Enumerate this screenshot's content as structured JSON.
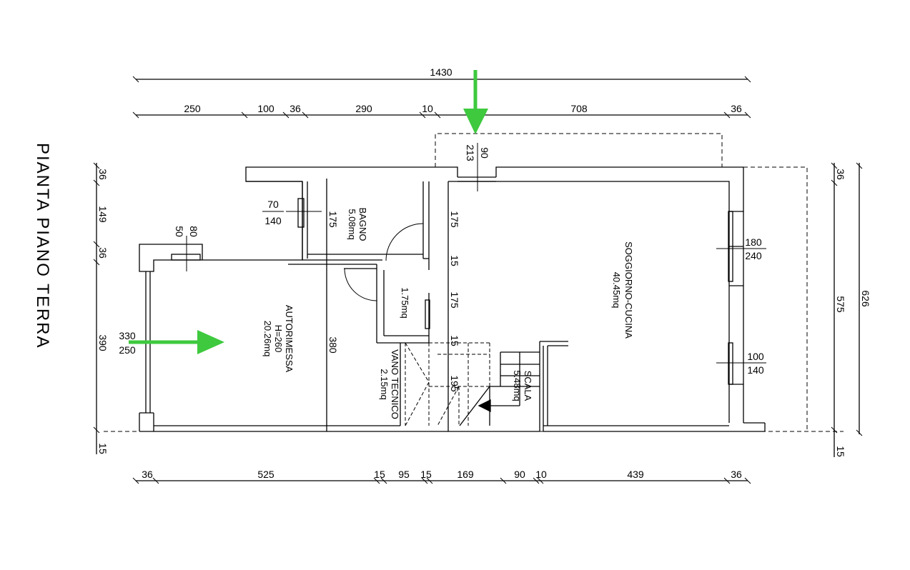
{
  "title": "PIANTA PIANO TERRA",
  "dims": {
    "top_total": "1430",
    "top": [
      "250",
      "100",
      "36",
      "290",
      "10",
      "708",
      "36"
    ],
    "bottom": [
      "36",
      "525",
      "15",
      "95",
      "15",
      "169",
      "90",
      "10",
      "439",
      "36"
    ],
    "left": [
      "36",
      "149",
      "36",
      "390",
      "15"
    ],
    "right": [
      "36",
      "575",
      "15"
    ],
    "overall_height": "626",
    "openings": {
      "entrance_w": "90",
      "entrance_h": "213",
      "bathroom_win_w": "70",
      "bathroom_win_h": "140",
      "garage_win_w": "80",
      "garage_win_h": "50",
      "garage_door_w": "330",
      "garage_door_h": "250",
      "living_win_w": "180",
      "living_win_h": "240",
      "kitchen_win_w": "100",
      "kitchen_win_h": "140"
    },
    "internal": {
      "bathroom_h": "175",
      "hall_1": "175",
      "hall_2": "15",
      "hall_3": "175",
      "hall_4": "15",
      "hall_5": "195",
      "garage_depth": "380"
    }
  },
  "rooms": {
    "bagno": {
      "name": "BAGNO",
      "area": "5.08mq"
    },
    "hall": {
      "area": "1.75mq"
    },
    "autorimessa": {
      "name": "AUTORIMESSA",
      "height": "H=260",
      "area": "20.26mq"
    },
    "vano": {
      "name": "VANO TECNICO",
      "area": "2.15mq"
    },
    "scala": {
      "name": "SCALA",
      "area": "5.48mq"
    },
    "soggiorno": {
      "name": "SOGGIORNO-CUCINA",
      "area": "40.45mq"
    }
  },
  "colors": {
    "arrow": "#3ec93e",
    "line": "#000000"
  }
}
